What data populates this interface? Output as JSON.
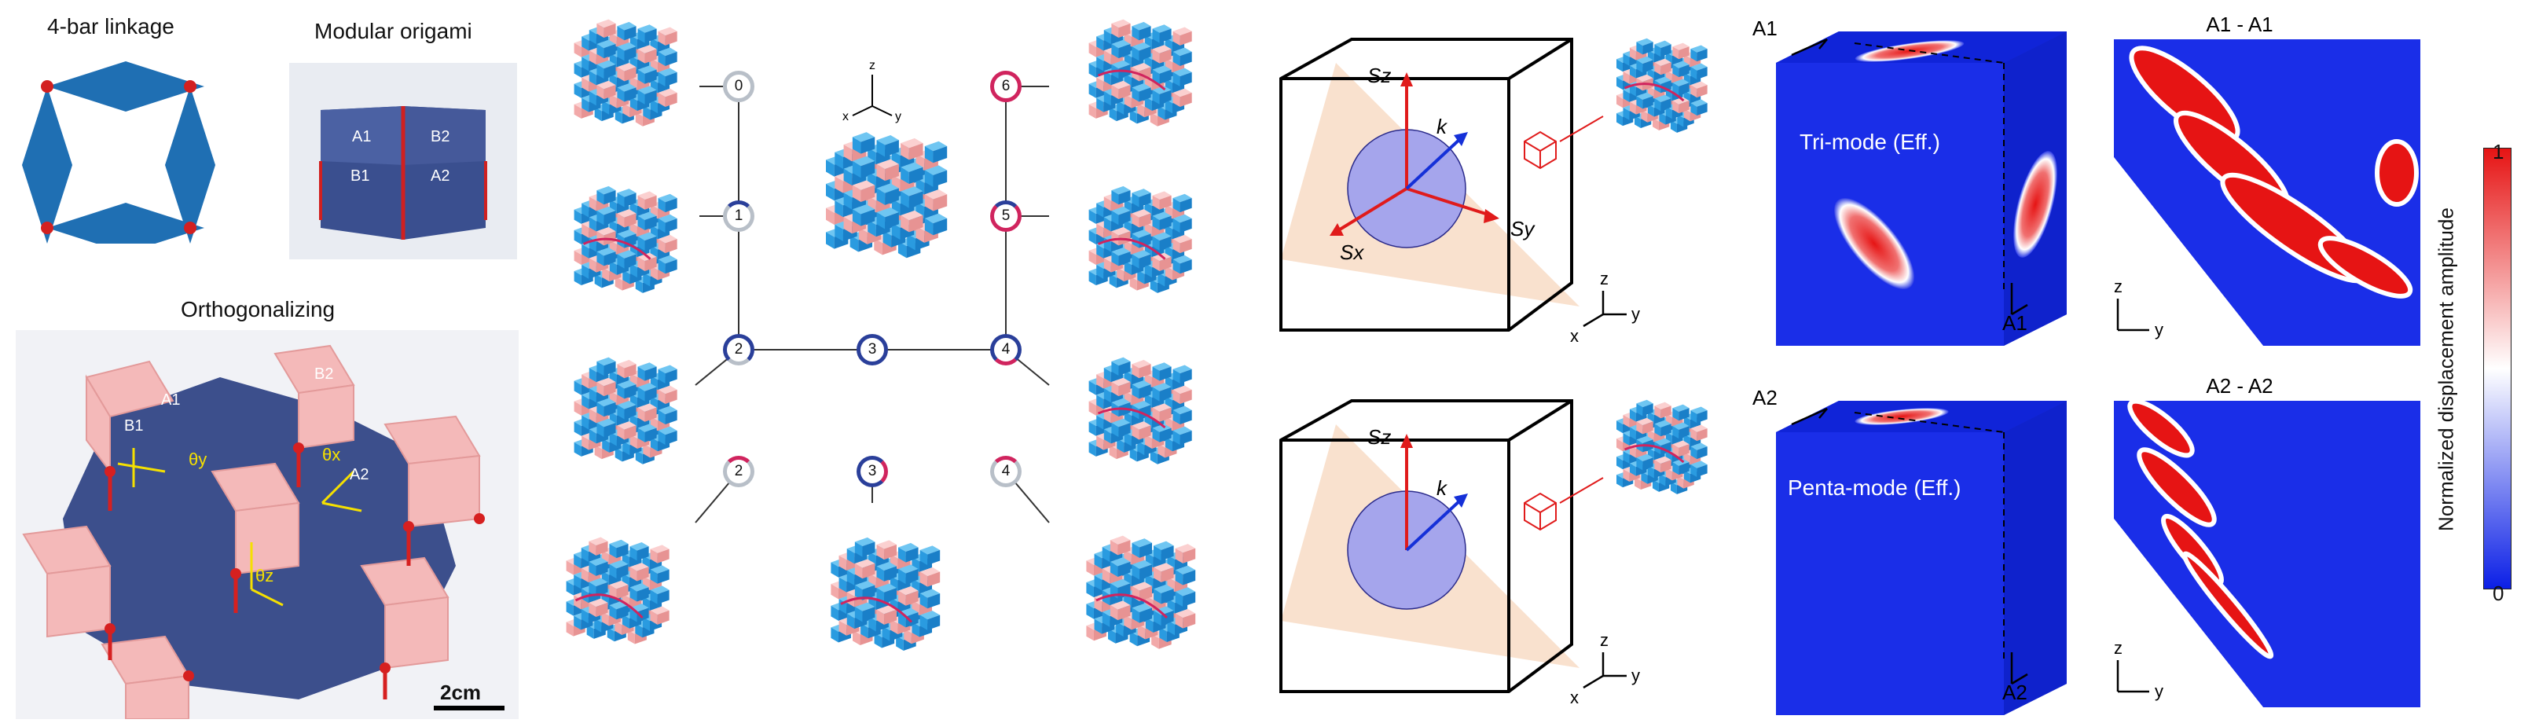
{
  "panel_a": {
    "title_linkage": "4-bar linkage",
    "title_origami": "Modular origami",
    "title_orthogonal": "Orthogonalizing",
    "origami_faces": [
      "A1",
      "B2",
      "B1",
      "A2"
    ],
    "ortho_faces": [
      "A1",
      "B2",
      "B1",
      "A2"
    ],
    "angles": [
      "θx",
      "θy",
      "θz"
    ],
    "scale": "2cm"
  },
  "panel_b": {
    "nodes": [
      "0",
      "1",
      "2",
      "3",
      "4",
      "5",
      "6",
      "2",
      "3",
      "4"
    ],
    "axes": {
      "x": "x",
      "y": "y",
      "z": "z"
    }
  },
  "panel_c": {
    "vectors": [
      "Sz",
      "k",
      "Sx",
      "Sy"
    ],
    "axes": {
      "x": "x",
      "y": "y",
      "z": "z"
    }
  },
  "panel_d": {
    "top_mode": "Tri-mode (Eff.)",
    "bottom_mode": "Penta-mode (Eff.)",
    "top_section_labels": [
      "A1",
      "A1"
    ],
    "bottom_section_labels": [
      "A2",
      "A2"
    ],
    "top_slice_title": "A1 - A1",
    "bottom_slice_title": "A2 - A2",
    "axes": {
      "y": "y",
      "z": "z"
    }
  },
  "colorbar": {
    "label": "Normalized displacement amplitude",
    "max": "1",
    "min": "0",
    "colors": [
      "#0b1fe6",
      "#ffffff",
      "#e61414"
    ]
  }
}
